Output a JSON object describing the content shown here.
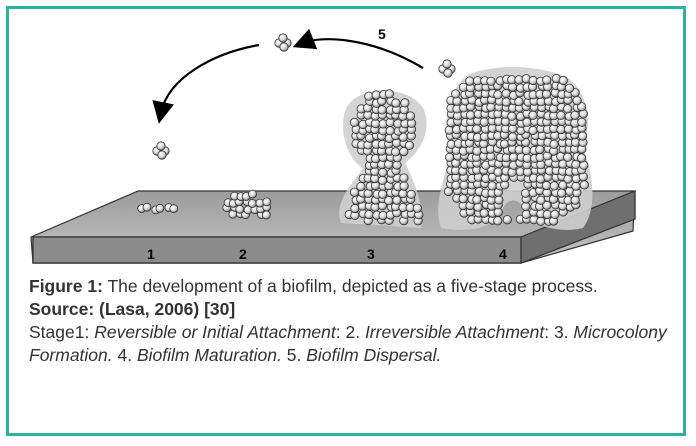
{
  "figure": {
    "stage_numbers": [
      "1",
      "2",
      "3",
      "4"
    ],
    "dispersal_number": "5",
    "caption_label": "Figure 1:",
    "caption_text": " The development of a biofilm, depicted as a five-stage process.",
    "source_label": "Source: (Lasa, 2006) [30]",
    "stages_text": {
      "prefix": "Stage1: ",
      "s1": "Reversible or Initial Attachment",
      "sep1": ": 2. ",
      "s2": "Irreversible Attachment",
      "sep2": ": 3. ",
      "s3": "Microcolony Formation.",
      "sep3": " 4. ",
      "s4": "Biofilm Maturation.",
      "sep4": " 5. ",
      "s5": "Biofilm Dispersal."
    }
  },
  "colors": {
    "border": "#2bb3a0",
    "surface_top": "#b8b8b8",
    "surface_front": "#8a8a8a",
    "matrix": "#c9c9c9",
    "cell_outline": "#333333"
  }
}
